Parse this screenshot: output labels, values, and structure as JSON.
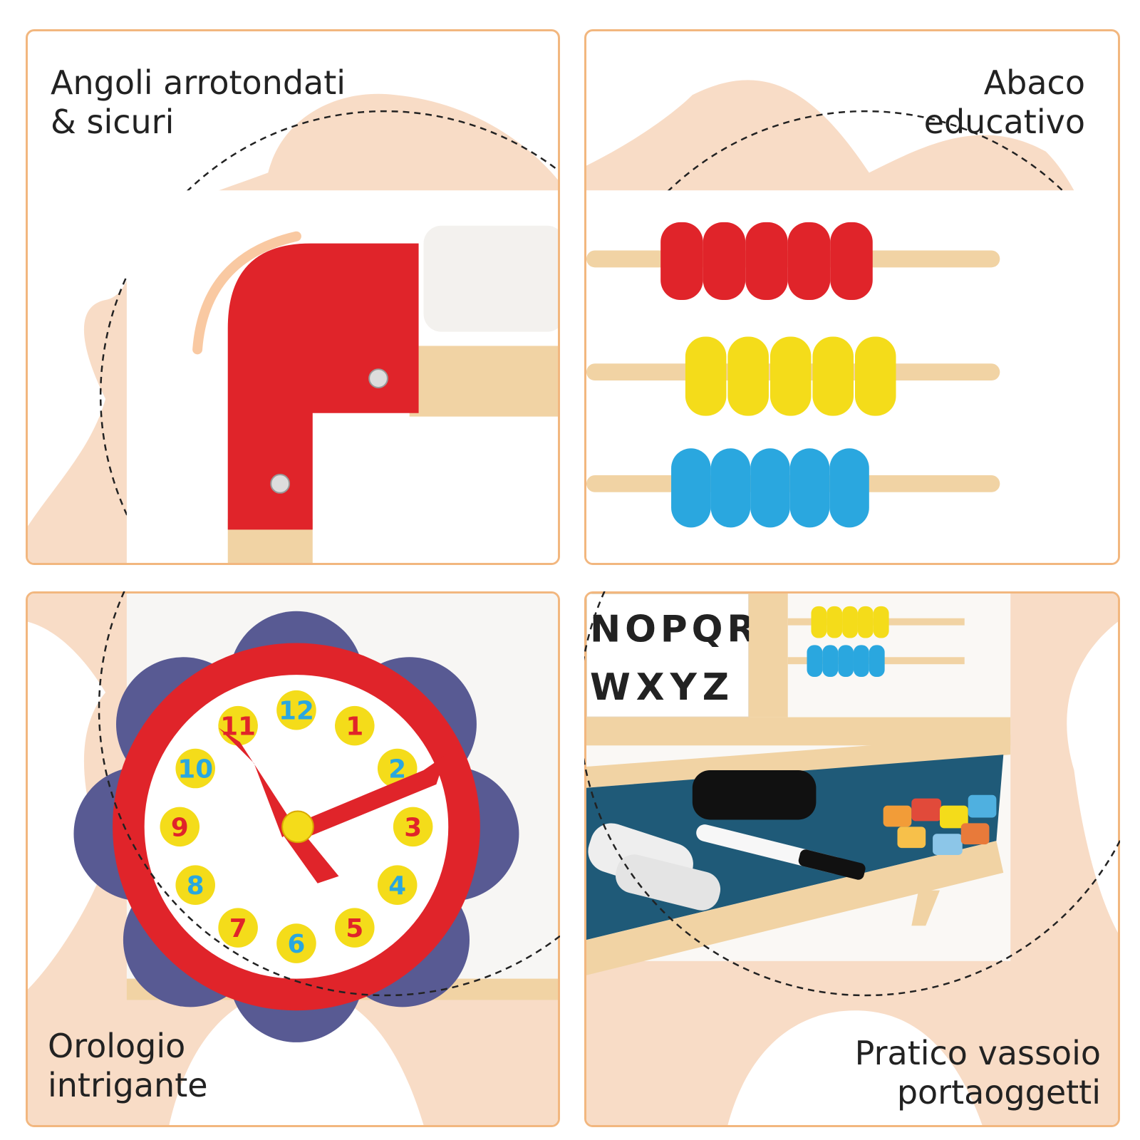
{
  "colors": {
    "frame_border": "#f2b77f",
    "blob": "#f8dcc6",
    "red": "#e0242a",
    "yellow": "#f4dc1a",
    "blue": "#2aa7df",
    "wood": "#f1d3a4",
    "navy": "#585a93",
    "board_teal": "#1f5a78"
  },
  "panels": [
    {
      "id": "corners",
      "caption_lines": [
        "Angoli arrotondati",
        "& sicuri"
      ]
    },
    {
      "id": "abacus",
      "caption_lines": [
        "Abaco",
        "educativo"
      ]
    },
    {
      "id": "clock",
      "caption_lines": [
        "Orologio",
        "intrigante"
      ]
    },
    {
      "id": "tray",
      "caption_lines": [
        "Pratico vassoio",
        "portaoggetti"
      ]
    }
  ],
  "clock": {
    "numbers": [
      "12",
      "1",
      "2",
      "3",
      "4",
      "5",
      "6",
      "7",
      "8",
      "9",
      "10",
      "11"
    ]
  },
  "board_letters": {
    "row1": "NOPQR",
    "row2": "WXYZ"
  },
  "icons": [
    "screw-icon",
    "corner-bracket-icon",
    "abacus-bead-icon",
    "clock-hand-icon",
    "eraser-icon",
    "marker-icon",
    "chalk-icon"
  ]
}
